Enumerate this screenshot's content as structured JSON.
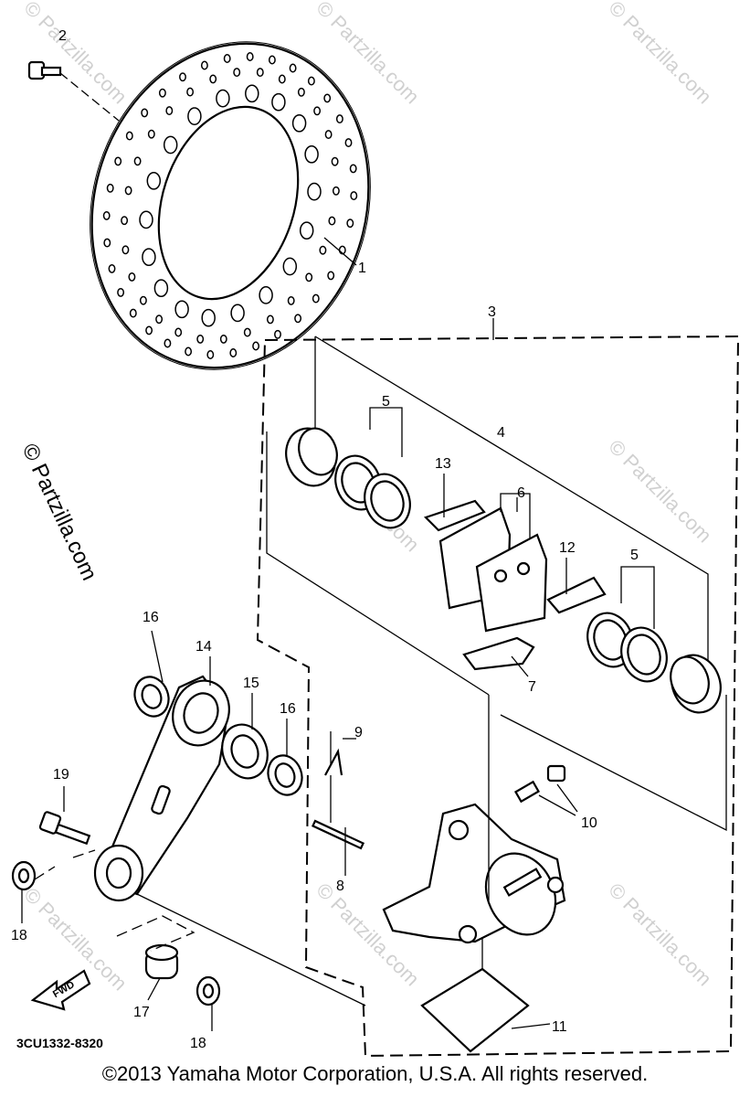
{
  "diagram": {
    "callouts": {
      "c1": "1",
      "c2": "2",
      "c3": "3",
      "c4": "4",
      "c5a": "5",
      "c5b": "5",
      "c6": "6",
      "c7": "7",
      "c8": "8",
      "c9": "9",
      "c10": "10",
      "c11": "11",
      "c12": "12",
      "c13": "13",
      "c14": "14",
      "c15": "15",
      "c16a": "16",
      "c16b": "16",
      "c17": "17",
      "c18a": "18",
      "c18b": "18",
      "c19": "19"
    },
    "part_code": "3CU1332-8320",
    "fwd_label": "FWD",
    "watermark": "© Partzilla.com",
    "copyright": "©2013 Yamaha Motor Corporation, U.S.A. All rights reserved."
  }
}
